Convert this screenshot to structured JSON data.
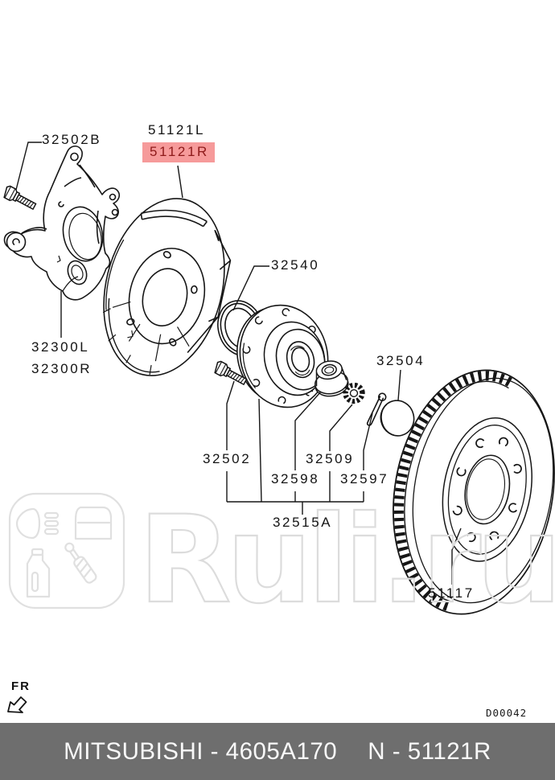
{
  "diagram": {
    "drawing_code": "D00042",
    "direction_indicator": "FR",
    "highlighted_part": "51121R",
    "parts": {
      "knuckle_bolt": "32502B",
      "splash_shield_left": "51121L",
      "splash_shield_right": "51121R",
      "knuckle_left": "32300L",
      "knuckle_right": "32300R",
      "grease_seal": "32540",
      "dust_cap": "32504",
      "hub_bolt": "32502",
      "lock_washer": "32509",
      "bearing_nut": "32598",
      "cotter_pin": "32597",
      "hub_assembly": "32515A",
      "brake_disc": "51117"
    },
    "colors": {
      "highlight_bg": "#f69a9a",
      "highlight_text": "#8e1a1a",
      "line": "#161616"
    }
  },
  "watermark": {
    "text": "Ruli.ru",
    "color": "#dcdcdc"
  },
  "footer": {
    "left": "MITSUBISHI - 4605A170",
    "right": "N - 51121R",
    "bar_color": "#6e6e6e",
    "text_color": "#f8f8f8"
  }
}
